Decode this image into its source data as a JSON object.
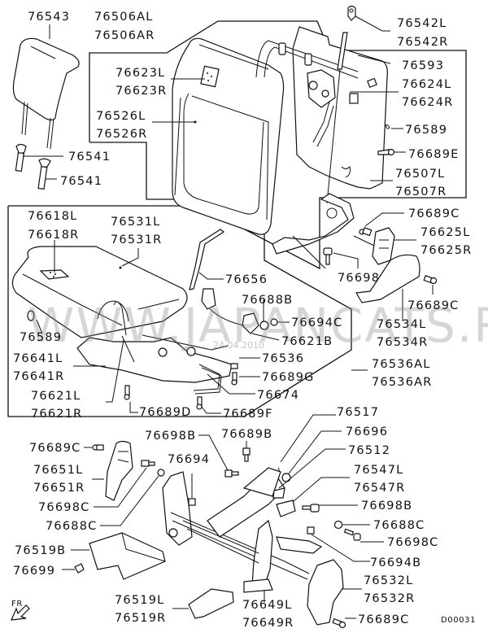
{
  "diagram": {
    "code": "D00031",
    "direction": "FR",
    "watermark": "WWW.JAPANCATS.RU",
    "watermark_date": "24.04.2010"
  },
  "labels": {
    "l76543": "76543",
    "l76506AL": "76506AL",
    "l76506AR": "76506AR",
    "l76623L": "76623L",
    "l76623R": "76623R",
    "l76526L": "76526L",
    "l76526R": "76526R",
    "l76541a": "76541",
    "l76541b": "76541",
    "l76542L": "76542L",
    "l76542R": "76542R",
    "l76593": "76593",
    "l76624L": "76624L",
    "l76624R": "76624R",
    "l76589a": "76589",
    "l76689E": "76689E",
    "l76507L": "76507L",
    "l76507R": "76507R",
    "l76618L": "76618L",
    "l76618R": "76618R",
    "l76531L": "76531L",
    "l76531R": "76531R",
    "l76656": "76656",
    "l76688B": "76688B",
    "l76694C": "76694C",
    "l76621B": "76621B",
    "l76589b": "76589",
    "l76641L": "76641L",
    "l76641R": "76641R",
    "l76536": "76536",
    "l76689G": "76689G",
    "l76674": "76674",
    "l76621L": "76621L",
    "l76621R": "76621R",
    "l76689D": "76689D",
    "l76689F": "76689F",
    "l76689Ca": "76689C",
    "l76625L": "76625L",
    "l76625R": "76625R",
    "l76698": "76698",
    "l76689Cb": "76689C",
    "l76534L": "76534L",
    "l76534R": "76534R",
    "l76536AL": "76536AL",
    "l76536AR": "76536AR",
    "l76517": "76517",
    "l76696": "76696",
    "l76512": "76512",
    "l76547L": "76547L",
    "l76547R": "76547R",
    "l76698Bb": "76698B",
    "l76688Cb": "76688C",
    "l76698Cb": "76698C",
    "l76694B": "76694B",
    "l76532L": "76532L",
    "l76532R": "76532R",
    "l76689Cd": "76689C",
    "l76689Cc": "76689C",
    "l76651L": "76651L",
    "l76651R": "76651R",
    "l76698Ca": "76698C",
    "l76688Ca": "76688C",
    "l76698Ba": "76698B",
    "l76694": "76694",
    "l76689B": "76689B",
    "l76519B": "76519B",
    "l76699": "76699",
    "l76519L": "76519L",
    "l76519R": "76519R",
    "l76649L": "76649L",
    "l76649R": "76649R"
  }
}
